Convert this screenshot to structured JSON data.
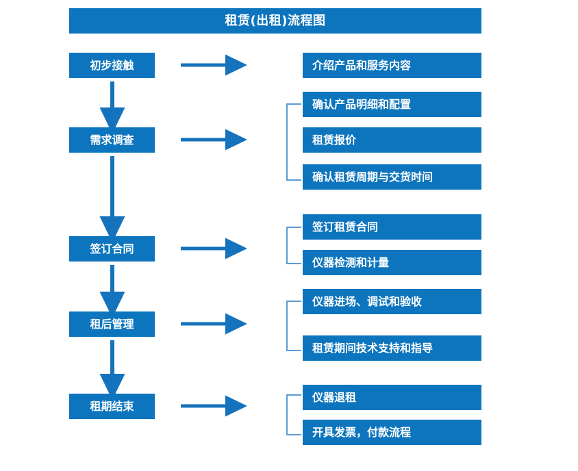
{
  "chart_data": {
    "type": "diagram",
    "diagram_type": "flowchart",
    "title": "租赁(出租)流程图",
    "orientation": "vertical-stages-with-right-details",
    "colors": {
      "box_fill": "#0D75BE",
      "box_text": "#FFFFFF",
      "arrow": "#1572BC",
      "bracket": "#5B9BD5",
      "background": "#FFFFFF"
    },
    "stages": [
      {
        "label": "初步接触",
        "details": [
          "介绍产品和服务内容"
        ]
      },
      {
        "label": "需求调查",
        "details": [
          "确认产品明细和配置",
          "租赁报价",
          "确认租赁周期与交货时间"
        ]
      },
      {
        "label": "签订合同",
        "details": [
          "签订租赁合同",
          "仪器检测和计量"
        ]
      },
      {
        "label": "租后管理",
        "details": [
          "仪器进场、调试和验收",
          "租赁期间技术支持和指导"
        ]
      },
      {
        "label": "租期结束",
        "details": [
          "仪器退租",
          "开具发票，付款流程"
        ]
      }
    ]
  },
  "header": {
    "title": "租赁(出租)流程图"
  },
  "stages": [
    {
      "label": "初步接触"
    },
    {
      "label": "需求调查"
    },
    {
      "label": "签订合同"
    },
    {
      "label": "租后管理"
    },
    {
      "label": "租期结束"
    }
  ],
  "details": [
    {
      "label": "介绍产品和服务内容"
    },
    {
      "label": "确认产品明细和配置"
    },
    {
      "label": "租赁报价"
    },
    {
      "label": "确认租赁周期与交货时间"
    },
    {
      "label": "签订租赁合同"
    },
    {
      "label": "仪器检测和计量"
    },
    {
      "label": "仪器进场、调试和验收"
    },
    {
      "label": "租赁期间技术支持和指导"
    },
    {
      "label": "仪器退租"
    },
    {
      "label": "开具发票，付款流程"
    }
  ],
  "connectors": {
    "down_arrow_count": 4,
    "right_arrow_count": 5,
    "bracket_count": 4
  }
}
